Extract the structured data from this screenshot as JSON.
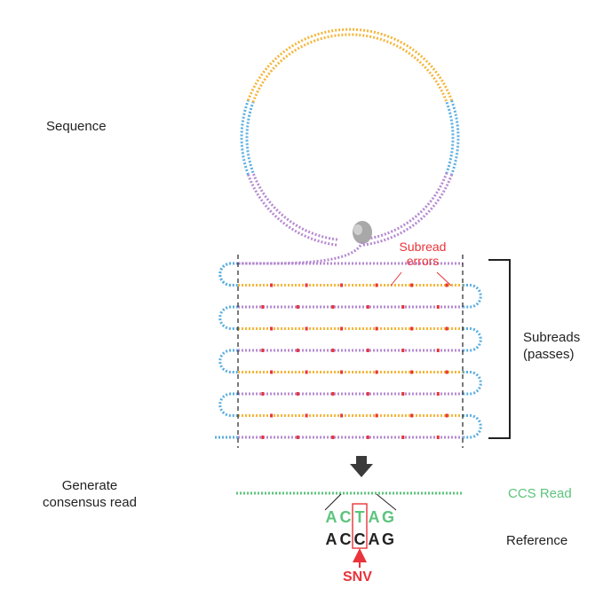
{
  "labels": {
    "sequence": "Sequence",
    "subread_errors_line1": "Subread",
    "subread_errors_line2": "errors",
    "subreads_line1": "Subreads",
    "subreads_line2": "(passes)",
    "generate_line1": "Generate",
    "generate_line2": "consensus read",
    "ccs_read": "CCS Read",
    "reference": "Reference",
    "snv": "SNV"
  },
  "ccs_sequence": [
    "A",
    "C",
    "T",
    "A",
    "G"
  ],
  "reference_sequence": [
    "A",
    "C",
    "C",
    "A",
    "G"
  ],
  "colors": {
    "insert": "#f5b63c",
    "adapter": "#5aaee0",
    "insert_alt": "#b68ad1",
    "error": "#e8343a",
    "ccs": "#5cc47c",
    "text": "#222222",
    "polymerase": "#9a9a9a",
    "arrow": "#3a3a3a"
  },
  "subread_passes": [
    {
      "color": "insert_alt",
      "errors": 0
    },
    {
      "color": "insert",
      "errors": 6
    },
    {
      "color": "insert_alt",
      "errors": 6
    },
    {
      "color": "insert",
      "errors": 6
    },
    {
      "color": "insert_alt",
      "errors": 6
    },
    {
      "color": "insert",
      "errors": 6
    },
    {
      "color": "insert_alt",
      "errors": 6
    },
    {
      "color": "insert",
      "errors": 6
    },
    {
      "color": "insert_alt",
      "errors": 6
    }
  ]
}
